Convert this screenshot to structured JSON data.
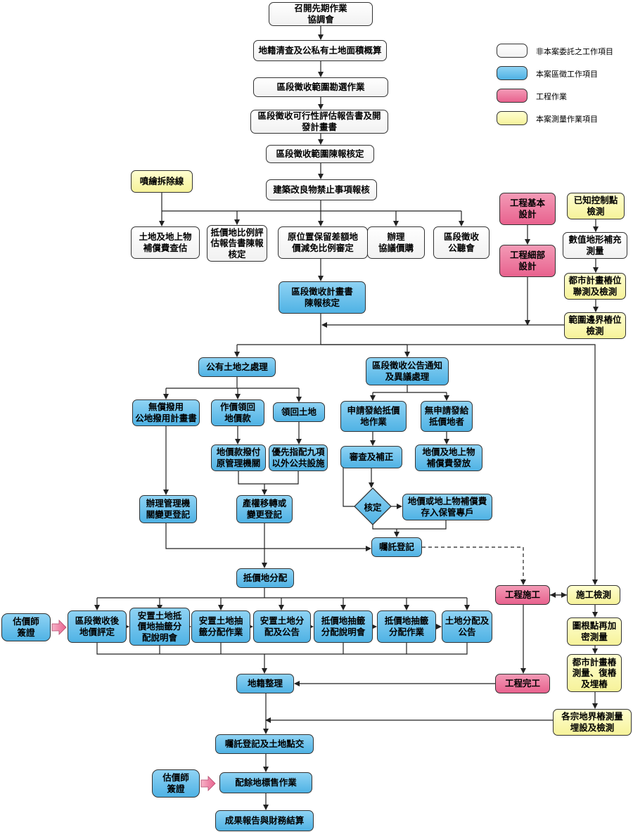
{
  "colors": {
    "non_commissioned": "#f4f4f4",
    "zone_expropriation": "#5bb8e8",
    "engineering": "#ec6f97",
    "survey": "#faf6a8",
    "line": "#222222"
  },
  "legend": [
    {
      "label": "非本案委託之工作項目",
      "style": "white"
    },
    {
      "label": "本案區徵工作項目",
      "style": "blue"
    },
    {
      "label": "工程作業",
      "style": "pink"
    },
    {
      "label": "本案測量作業項目",
      "style": "yellow"
    }
  ],
  "nodes": {
    "n1": {
      "text": "召開先期作業\n協調會",
      "style": "white"
    },
    "n2": {
      "text": "地籍清查及公私有土地面積概算",
      "style": "white"
    },
    "n3": {
      "text": "區段徵收範圍勘選作業",
      "style": "white"
    },
    "n4": {
      "text": "區段徵收可行性評估報告書及開\n發計畫書",
      "style": "white"
    },
    "n5": {
      "text": "區段徵收範圍陳報核定",
      "style": "white"
    },
    "n6": {
      "text": "建築改良物禁止事項報核",
      "style": "white"
    },
    "n7": {
      "text": "噴繪拆除線",
      "style": "yellow"
    },
    "n8": {
      "text": "土地及地上物\n補償費查估",
      "style": "white"
    },
    "n9": {
      "text": "抵價地比例評\n估報告書陳報\n核定",
      "style": "white"
    },
    "n10": {
      "text": "原位置保留差額地\n價減免比例審定",
      "style": "white"
    },
    "n11": {
      "text": "辦理\n協議價購",
      "style": "white"
    },
    "n12": {
      "text": "區段徵收\n公聽會",
      "style": "white"
    },
    "n13": {
      "text": "區段徵收計畫書\n陳報核定",
      "style": "blue"
    },
    "e1": {
      "text": "工程基本\n設計",
      "style": "pink"
    },
    "e2": {
      "text": "工程細部\n設計",
      "style": "pink"
    },
    "s1": {
      "text": "已知控制點\n檢測",
      "style": "yellow"
    },
    "s2": {
      "text": "數值地形補充\n測量",
      "style": "white"
    },
    "s3": {
      "text": "都市計畫樁位\n聯測及檢測",
      "style": "yellow"
    },
    "s4": {
      "text": "範圍邊界樁位\n檢測",
      "style": "yellow"
    },
    "b1": {
      "text": "公有土地之處理",
      "style": "blue"
    },
    "b2": {
      "text": "區段徵收公告通知\n及異議處理",
      "style": "blue"
    },
    "b3": {
      "text": "無償撥用\n公地撥用計畫書",
      "style": "blue"
    },
    "b4": {
      "text": "作價領回\n地價款",
      "style": "blue"
    },
    "b5": {
      "text": "領回土地",
      "style": "blue"
    },
    "b6": {
      "text": "地價款撥付\n原管理機關",
      "style": "blue"
    },
    "b7": {
      "text": "優先指配九項\n以外公共設施",
      "style": "blue"
    },
    "b8": {
      "text": "辦理管理機\n關變更登記",
      "style": "blue"
    },
    "b9": {
      "text": "產權移轉或\n變更登記",
      "style": "blue"
    },
    "b10": {
      "text": "申請發給抵價\n地作業",
      "style": "blue"
    },
    "b11": {
      "text": "無申請發給\n抵價地者",
      "style": "blue"
    },
    "b12": {
      "text": "審查及補正",
      "style": "blue"
    },
    "b13": {
      "text": "地價及地上物\n補償費發放",
      "style": "blue"
    },
    "b14": {
      "text": "核定",
      "style": "blue"
    },
    "b15": {
      "text": "地價或地上物補償費\n存入保管專戶",
      "style": "blue"
    },
    "b16": {
      "text": "囑託登記",
      "style": "blue"
    },
    "c1": {
      "text": "抵價地分配",
      "style": "blue"
    },
    "a1": {
      "text": "估價師\n簽證",
      "style": "blue"
    },
    "c2": {
      "text": "區段徵收後\n地價評定",
      "style": "blue"
    },
    "c3": {
      "text": "安置土地抵\n價地抽籤分\n配說明會",
      "style": "blue"
    },
    "c4": {
      "text": "安置土地抽\n籤分配作業",
      "style": "blue"
    },
    "c5": {
      "text": "安置土地分\n配及公告",
      "style": "blue"
    },
    "c6": {
      "text": "抵價地抽籤\n分配說明會",
      "style": "blue"
    },
    "c7": {
      "text": "抵價地抽籤\n分配作業",
      "style": "blue"
    },
    "c8": {
      "text": "土地分配及\n公告",
      "style": "blue"
    },
    "e3": {
      "text": "工程施工",
      "style": "pink"
    },
    "e4": {
      "text": "工程完工",
      "style": "pink"
    },
    "s5": {
      "text": "施工檢測",
      "style": "yellow"
    },
    "s6": {
      "text": "圖根點再加\n密測量",
      "style": "yellow"
    },
    "s7": {
      "text": "都市計畫樁\n測量、復樁\n及埋樁",
      "style": "yellow"
    },
    "s8": {
      "text": "各宗地界樁測量\n埋設及檢測",
      "style": "yellow"
    },
    "d1": {
      "text": "地籍整理",
      "style": "blue"
    },
    "d2": {
      "text": "囑託登記及土地點交",
      "style": "blue"
    },
    "a2": {
      "text": "估價師\n簽證",
      "style": "blue"
    },
    "d3": {
      "text": "配餘地標售作業",
      "style": "blue"
    },
    "d4": {
      "text": "成果報告與財務結算",
      "style": "blue"
    }
  }
}
